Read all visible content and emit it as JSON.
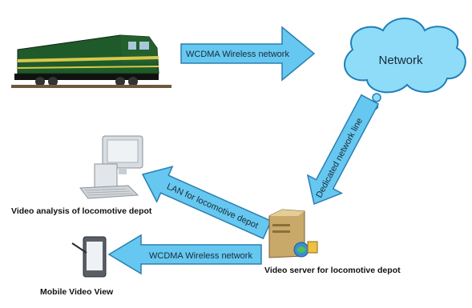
{
  "diagram": {
    "nodes": {
      "locomotive": {
        "icon": "locomotive-icon"
      },
      "network": {
        "label": "Network",
        "icon": "cloud-icon"
      },
      "video_server": {
        "label": "Video server for locomotive depot",
        "icon": "server-icon"
      },
      "depot_pc": {
        "label": "Video analysis of locomotive depot",
        "icon": "computer-icon"
      },
      "mobile": {
        "label": "Mobile Video View",
        "icon": "mobile-device-icon"
      }
    },
    "links": {
      "loco_to_network": "WCDMA Wireless network",
      "network_to_server": "Dedicated network line",
      "server_to_pc": "LAN for locomotive depot",
      "server_to_mobile": "WCDMA Wireless network"
    }
  },
  "colors": {
    "arrow_fill": "#66c8f0",
    "arrow_stroke": "#2a7fb0",
    "cloud_fill": "#8fdcf8",
    "cloud_stroke": "#1e7fb8",
    "train_body": "#1f5a2a",
    "train_stripe": "#d8c84a"
  }
}
